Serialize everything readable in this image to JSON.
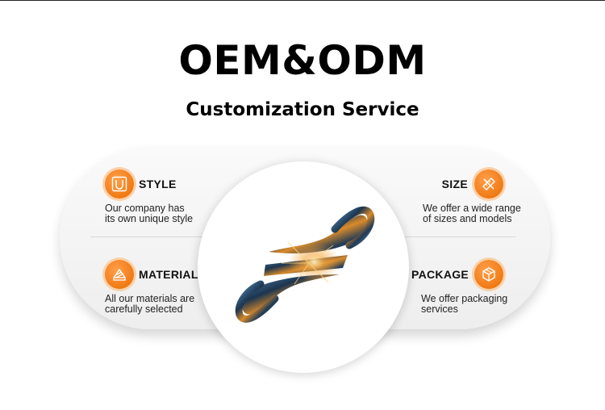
{
  "header": {
    "title": "OEM&ODM",
    "subtitle": "Customization Service"
  },
  "features": {
    "style": {
      "title": "STYLE",
      "line1": "Our company has",
      "line2": "its own unique style",
      "icon": "u-shape-icon"
    },
    "material": {
      "title": "MATERIAL",
      "line1": "All our materials are",
      "line2": "carefully selected",
      "icon": "materials-icon"
    },
    "size": {
      "title": "SIZE",
      "line1": "We offer a wide range",
      "line2": "of sizes and models",
      "icon": "ruler-pencil-icon"
    },
    "package": {
      "title": "PACKAGE",
      "line1": "We offer packaging",
      "line2": "services",
      "icon": "box-icon"
    }
  },
  "center": {
    "image": "logo-metal-fabrication-photo"
  },
  "colors": {
    "accent": "#f07a14",
    "accent_ring": "#fbd0a8",
    "panel": "#f2f2f2",
    "text": "#111111"
  }
}
